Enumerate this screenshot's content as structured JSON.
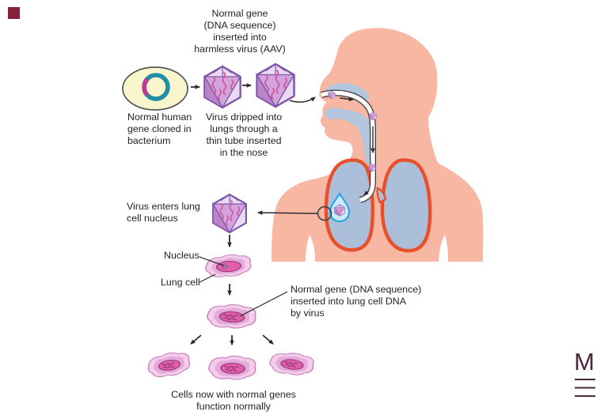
{
  "labels": {
    "gene_in_virus": "Normal gene\n(DNA sequence)\ninserted into\nharmless virus (AAV)",
    "bacterium": "Normal human\ngene cloned in\nbacterium",
    "virus_dripped": "Virus dripped into\nlungs through a\nthin tube inserted\nin the nose",
    "virus_enters": "Virus enters lung\ncell nucleus",
    "nucleus": "Nucleus",
    "lung_cell": "Lung cell",
    "gene_inserted": "Normal gene (DNA sequence)\ninserted into lung cell DNA\nby virus",
    "cells_function": "Cells now with normal genes\nfunction normally"
  },
  "logo": {
    "letter": "M"
  },
  "colors": {
    "skin": "#f7b7a3",
    "lung_fill": "#abbfda",
    "lung_outline": "#e8502b",
    "airway": "#b3c6de",
    "tube_outline": "#3d3d3d",
    "virus_outline": "#7c54a8",
    "virus_light": "#ead9f3",
    "virus_mid": "#d2a4dd",
    "virus_dark": "#bb84c9",
    "dna_squiggle": "#d5569e",
    "cell_outer": "#f3cde9",
    "cell_inner": "#e5abd8",
    "cell_outline": "#c77fc4",
    "nucleus_fill": "#de5ea7",
    "nucleus_outline": "#943a80",
    "nucleus_dna": "#8e2f75",
    "droplet_fill": "#cdeafa",
    "droplet_outline": "#2aa7e3",
    "ellipse_fill": "#f9f5cd",
    "ellipse_outline": "#58595b",
    "plasmid_ring": "#1e8fa6",
    "plasmid_insert": "#bb3d93",
    "arrow": "#2b2b2b",
    "text": "#231f20",
    "logo": "#4d2639",
    "corner_marker": "#84223c"
  }
}
